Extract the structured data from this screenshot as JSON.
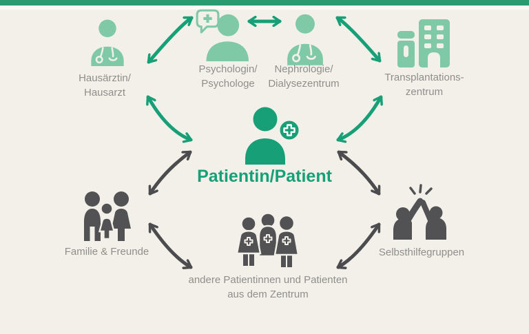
{
  "page": {
    "background_color": "#f3f0ea",
    "accent_bar_color": "#2a9b71"
  },
  "colors": {
    "green_dark": "#17a077",
    "green_light": "#80c9a6",
    "gray_icon": "#525254",
    "gray_arrow": "#4c4c4e",
    "label_text": "#8f8e8b"
  },
  "nodes": {
    "hausarzt": {
      "icon": "doctor-icon",
      "line1": "Hausärztin/",
      "line2": "Hausarzt"
    },
    "psychologe": {
      "icon": "psychologist-icon",
      "line1": "Psychologin/",
      "line2": "Psychologe"
    },
    "nephrologie": {
      "icon": "doctor-icon",
      "line1": "Nephrologie/",
      "line2": "Dialysezentrum"
    },
    "transplantationszentrum": {
      "icon": "hospital-building-icon",
      "line1": "Transplantations-",
      "line2": "zentrum"
    },
    "patient": {
      "icon": "patient-icon",
      "label": "Patientin/Patient"
    },
    "familie": {
      "icon": "family-icon",
      "label": "Familie & Freunde"
    },
    "andere_patienten": {
      "icon": "patients-group-icon",
      "line1": "andere Patientinnen und Patienten",
      "line2": "aus dem Zentrum"
    },
    "selbsthilfegruppen": {
      "icon": "high-five-icon",
      "label": "Selbsthilfegruppen"
    }
  },
  "connections": [
    {
      "from": "hausarzt",
      "to": "psychologe",
      "style": "green",
      "bidirectional": true
    },
    {
      "from": "psychologe",
      "to": "nephrologie",
      "style": "green",
      "bidirectional": true
    },
    {
      "from": "nephrologie",
      "to": "transplantationszentrum",
      "style": "green",
      "bidirectional": true
    },
    {
      "from": "hausarzt",
      "to": "patient",
      "style": "green",
      "bidirectional": true
    },
    {
      "from": "transplantationszentrum",
      "to": "patient",
      "style": "green",
      "bidirectional": true
    },
    {
      "from": "patient",
      "to": "familie",
      "style": "gray",
      "bidirectional": true
    },
    {
      "from": "patient",
      "to": "selbsthilfegruppen",
      "style": "gray",
      "bidirectional": true
    },
    {
      "from": "familie",
      "to": "andere_patienten",
      "style": "gray",
      "bidirectional": true
    },
    {
      "from": "andere_patienten",
      "to": "selbsthilfegruppen",
      "style": "gray",
      "bidirectional": true
    }
  ]
}
